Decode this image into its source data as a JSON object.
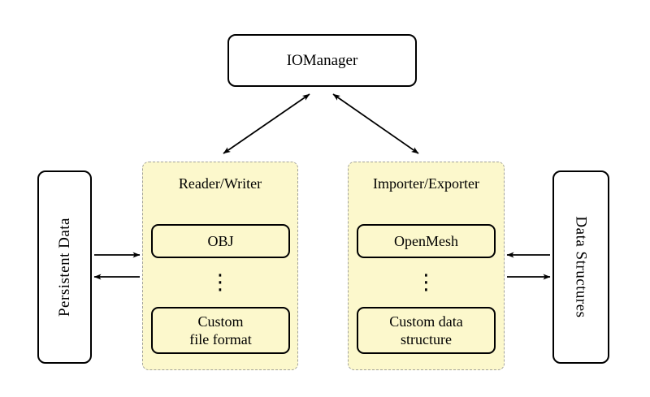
{
  "nodes": {
    "io_manager": "IOManager",
    "persistent_data": "Persistent Data",
    "data_structures": "Data Structures"
  },
  "groups": {
    "reader_writer": {
      "title": "Reader/Writer",
      "top_item": "OBJ",
      "dots": "⋮",
      "bottom_item_line1": "Custom",
      "bottom_item_line2": "file format"
    },
    "importer_exporter": {
      "title": "Importer/Exporter",
      "top_item": "OpenMesh",
      "dots": "⋮",
      "bottom_item_line1": "Custom data",
      "bottom_item_line2": "structure"
    }
  },
  "colors": {
    "group_fill": "#fcf8cc",
    "group_border": "#a2a29a",
    "node_fill": "#ffffff",
    "line": "#000000",
    "bg": "#ffffff"
  }
}
